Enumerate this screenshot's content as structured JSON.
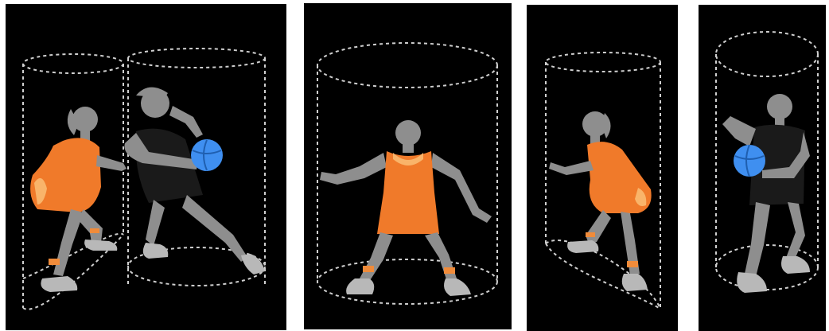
{
  "colors": {
    "background": "#000000",
    "page": "#ffffff",
    "boundary": "#cfcfcf",
    "skin": "#8e8e8e",
    "orange_jersey": "#f07a2a",
    "orange_highlight": "#f9b46a",
    "dark_jersey": "#1a1a1a",
    "ball": "#3f8ff0",
    "shoes": "#b8b8b8"
  },
  "panels": [
    {
      "figures": [
        "defender-orange",
        "dribbler-dark"
      ],
      "icon": "two-player-cylinders"
    },
    {
      "figures": [
        "defender-orange"
      ],
      "icon": "single-player-cylinder"
    },
    {
      "figures": [
        "defender-orange"
      ],
      "icon": "single-player-cylinder"
    },
    {
      "figures": [
        "dribbler-dark"
      ],
      "icon": "single-player-cylinder"
    }
  ]
}
